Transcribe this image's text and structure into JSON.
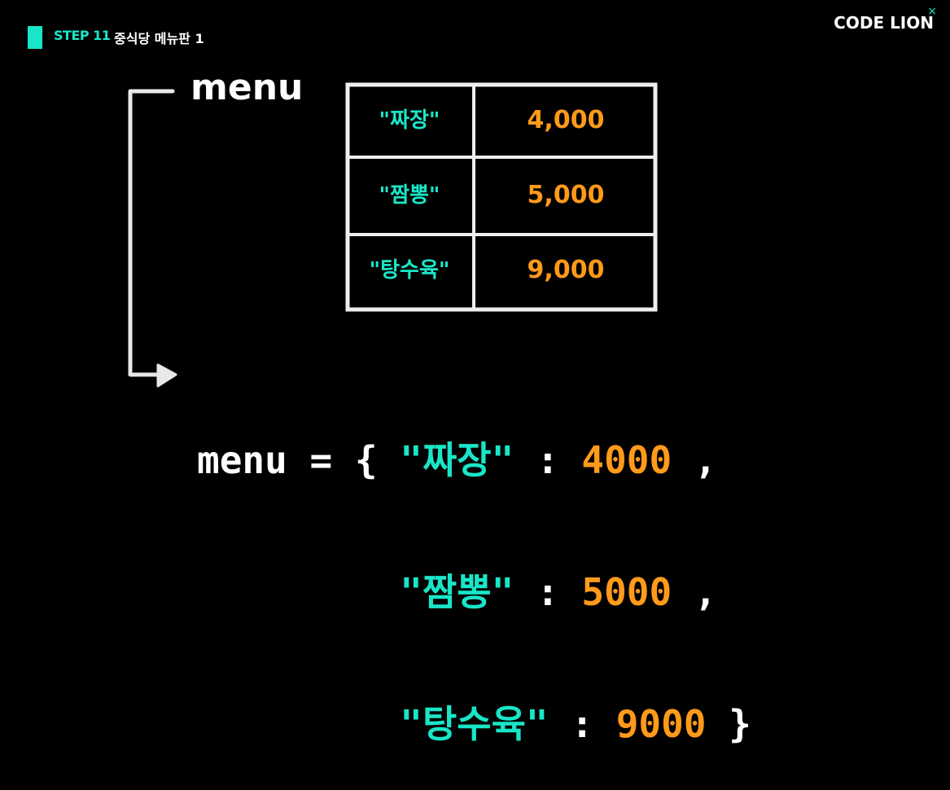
{
  "header": {
    "step": "STEP 11",
    "title": "중식당 메뉴판 1"
  },
  "logo": {
    "text": "CODE LION",
    "mark": "×"
  },
  "diagram": {
    "variable_label": "menu",
    "rows": [
      {
        "name": "\"짜장\"",
        "price": "4,000"
      },
      {
        "name": "\"짬뽕\"",
        "price": "5,000"
      },
      {
        "name": "\"탕수육\"",
        "price": "9,000"
      }
    ]
  },
  "code": {
    "lines": [
      {
        "prefix": "menu = { ",
        "key": "\"짜장\"",
        "sep": " : ",
        "value": "4000",
        "end": " ,"
      },
      {
        "prefix": "         ",
        "key": "\"짬뽕\"",
        "sep": " : ",
        "value": "5000",
        "end": " ,"
      },
      {
        "prefix": "         ",
        "key": "\"탕수육\"",
        "sep": " : ",
        "value": "9000",
        "end": " }"
      }
    ]
  },
  "colors": {
    "accent": "#19e6c8",
    "value": "#ff9a1a",
    "background": "#000000",
    "text": "#ffffff"
  }
}
